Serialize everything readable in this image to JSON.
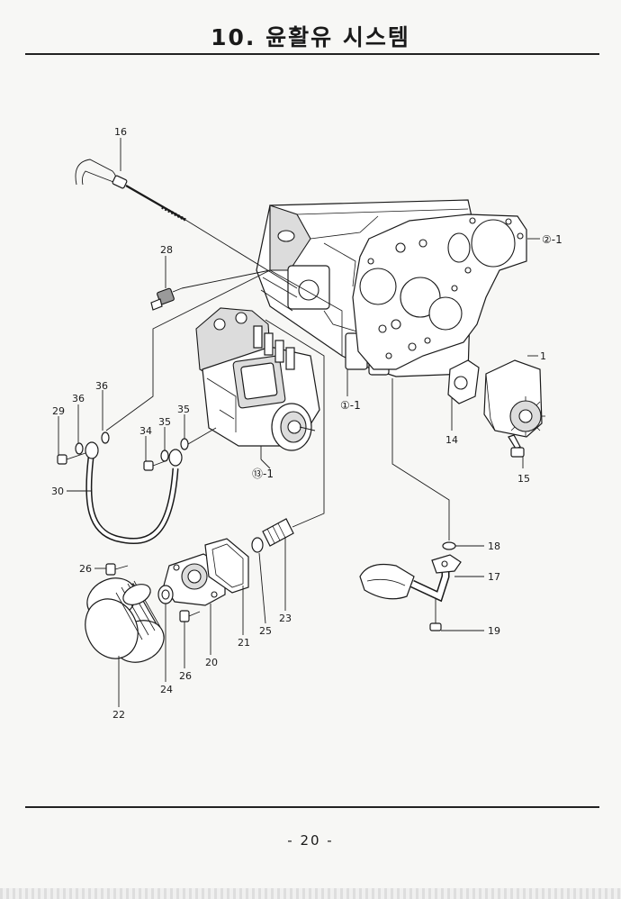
{
  "title": "10. 윤활유 시스템",
  "page_number": "- 20 -",
  "callouts": {
    "c16": "16",
    "c28": "28",
    "c2_1": "②-1",
    "c1": "1",
    "c1_1": "①-1",
    "c14": "14",
    "c15": "15",
    "c13_1": "⑬-1",
    "c36a": "36",
    "c36b": "36",
    "c29": "29",
    "c34": "34",
    "c35a": "35",
    "c35b": "35",
    "c30": "30",
    "c18": "18",
    "c17": "17",
    "c19": "19",
    "c26a": "26",
    "c26b": "26",
    "c25": "25",
    "c23": "23",
    "c21": "21",
    "c20": "20",
    "c24": "24",
    "c22": "22"
  }
}
